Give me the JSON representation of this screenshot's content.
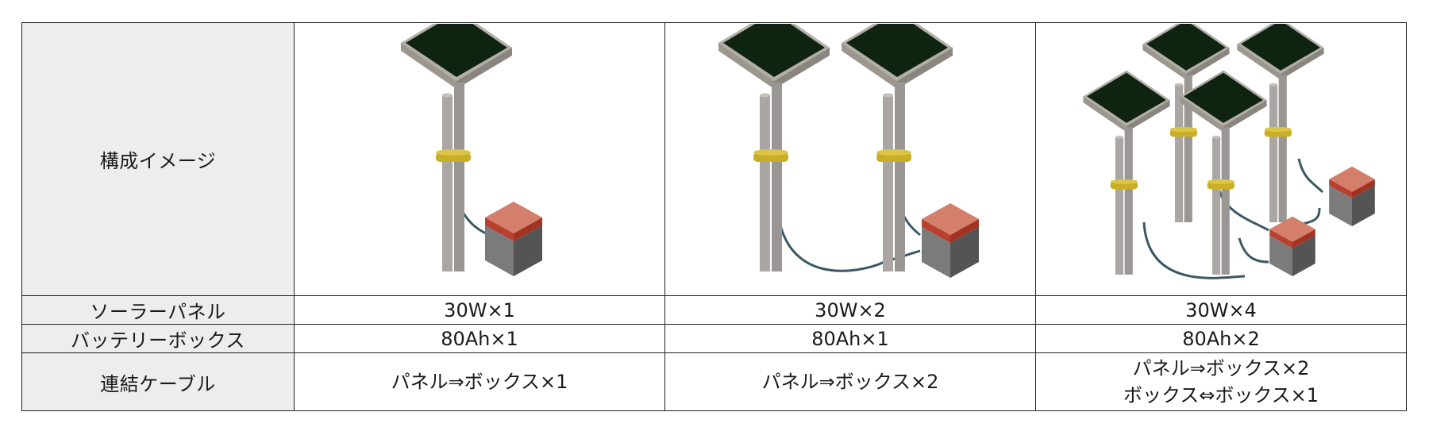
{
  "row_labels": {
    "image": "構成イメージ",
    "solar_panel": "ソーラーパネル",
    "battery_box": "バッテリーボックス",
    "cable": "連結ケーブル"
  },
  "columns": [
    {
      "solar_panel": "30W×1",
      "battery_box": "80Ah×1",
      "cable_lines": [
        "パネル⇒ボックス×1"
      ]
    },
    {
      "solar_panel": "30W×2",
      "battery_box": "80Ah×1",
      "cable_lines": [
        "パネル⇒ボックス×2"
      ]
    },
    {
      "solar_panel": "30W×4",
      "battery_box": "80Ah×2",
      "cable_lines": [
        "パネル⇒ボックス×2",
        "ボックス⇔ボックス×1"
      ]
    }
  ],
  "colors": {
    "panel_surface": "#0f2410",
    "panel_frame": "#c9c6c0",
    "pole": "#aaa6a3",
    "clamp": "#c9ae2a",
    "cable": "#3b5864",
    "box_top": "#d47f6b",
    "box_band": "#b8402e",
    "box_left": "#7b7b7b",
    "box_right": "#545454",
    "label_bg": "#ededed"
  }
}
